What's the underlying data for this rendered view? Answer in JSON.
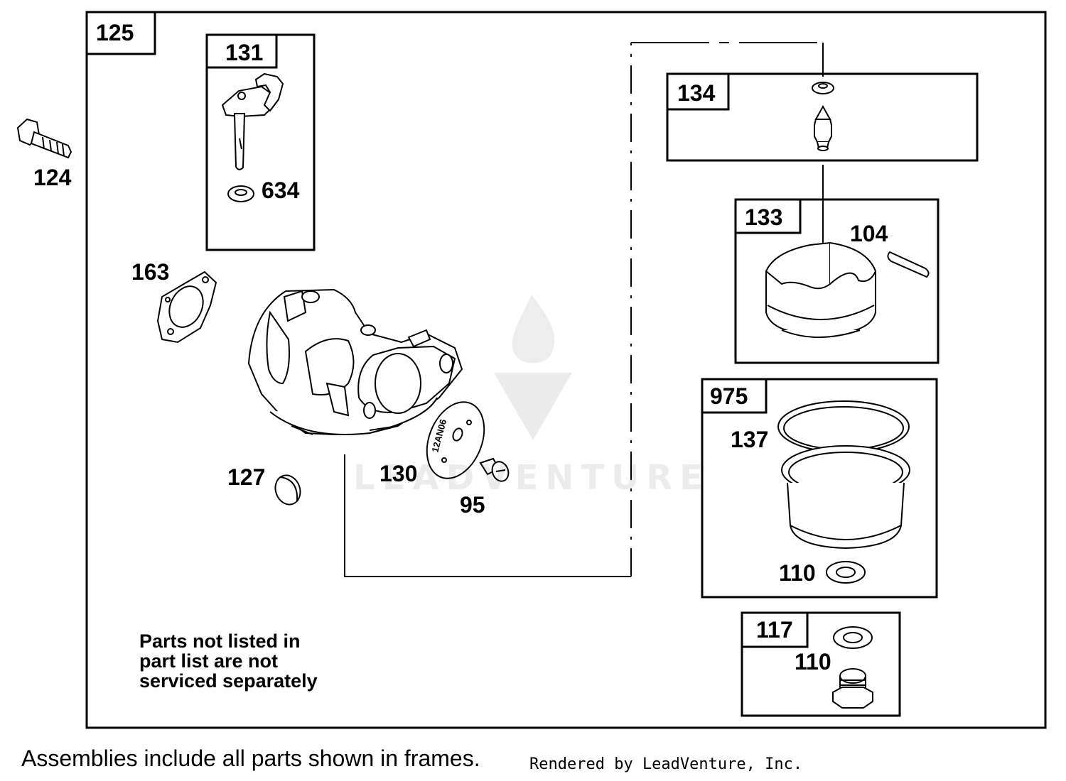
{
  "frames": {
    "outer": "125",
    "choke": "131",
    "needle": "134",
    "float": "133",
    "bowl": "975",
    "plug": "117"
  },
  "labels": {
    "bolt": "124",
    "choke_washer": "634",
    "gasket": "163",
    "welch_plug": "127",
    "plate": "130",
    "screw": "95",
    "float_pin": "104",
    "bowl_gasket": "137",
    "bowl_washer": "110",
    "plug_washer": "110"
  },
  "plate_stamp": "12AN06",
  "note": {
    "line1": "Parts not listed in",
    "line2": "part list are not",
    "line3": "serviced separately"
  },
  "footer": "Assemblies include all parts shown in frames.",
  "credit": "Rendered by LeadVenture, Inc.",
  "watermark": "LEADVENTURE"
}
